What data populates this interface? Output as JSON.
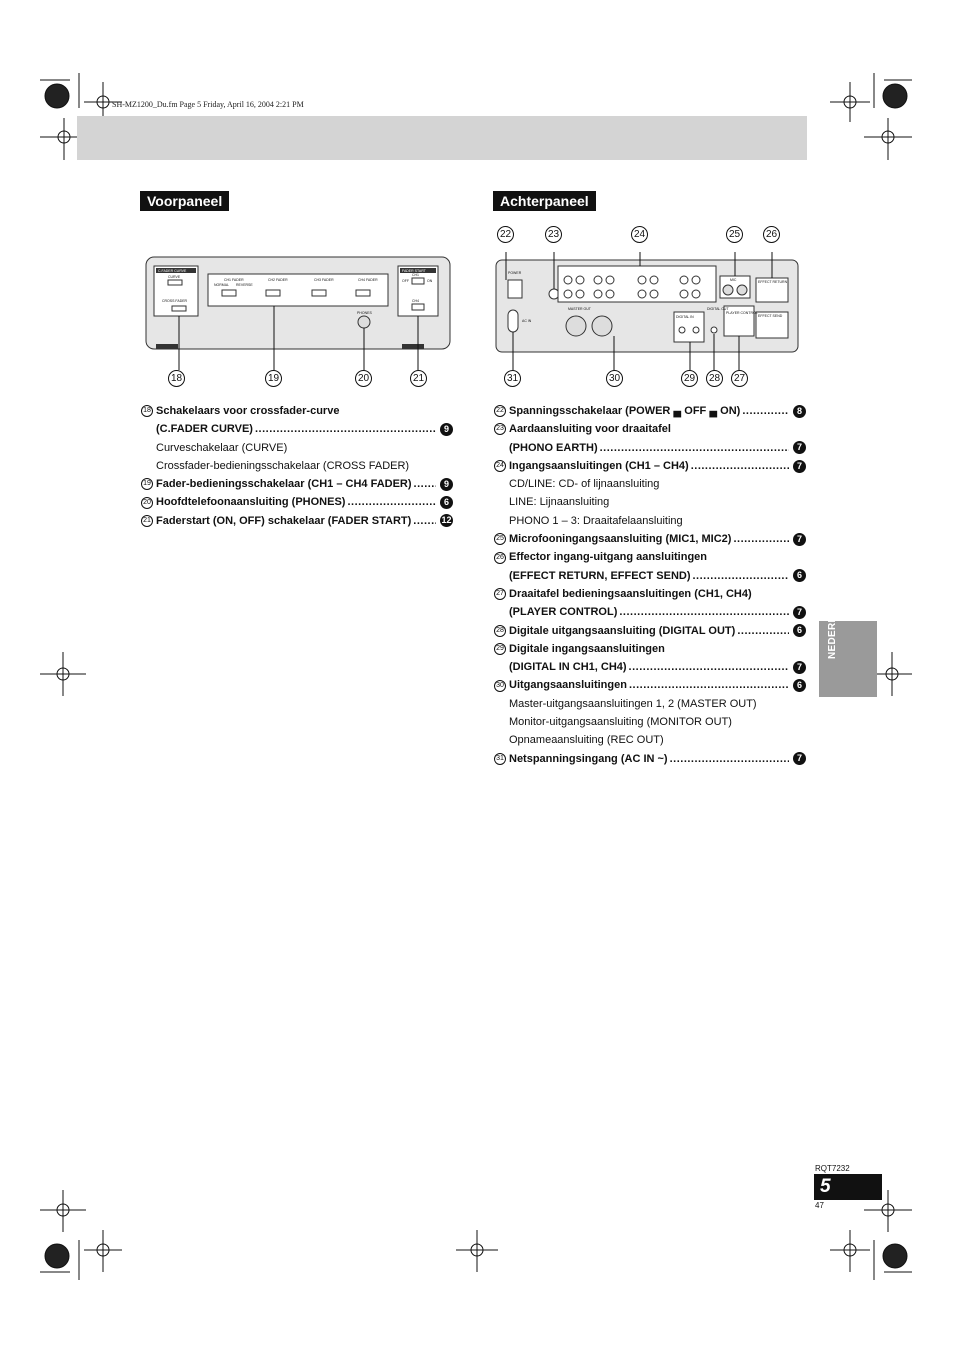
{
  "file_header": "SH-MZ1200_Du.fm  Page 5  Friday, April 16, 2004  2:21 PM",
  "front": {
    "title": "Voorpaneel",
    "panel_labels": {
      "fader_curve": "C.FADER CURVE",
      "curve": "CURVE",
      "cross_fader": "CROSS FADER",
      "normal": "NORMAL",
      "reverse": "REVERSE",
      "ch1": "CH1 FADER",
      "ch2": "CH2 FADER",
      "ch3": "CH3 FADER",
      "ch4": "CH4 FADER",
      "phones": "PHONES",
      "fader_start": "FADER START",
      "on": "ON",
      "off": "OFF",
      "ch1_short": "CH1",
      "ch4_short": "CH4"
    },
    "callouts": [
      "18",
      "19",
      "20",
      "21"
    ],
    "items": [
      {
        "num": "18",
        "title": "Schakelaars voor crossfader-curve",
        "ref": ""
      },
      {
        "num": "",
        "title": "(C.FADER CURVE)",
        "ref": "9"
      },
      {
        "num": "",
        "sub": "Curveschakelaar (CURVE)"
      },
      {
        "num": "",
        "sub": "Crossfader-bedieningsschakelaar (CROSS FADER)"
      },
      {
        "num": "19",
        "title": "Fader-bedieningsschakelaar (CH1 – CH4 FADER)",
        "ref": "9"
      },
      {
        "num": "20",
        "title": "Hoofdtelefoonaansluiting (PHONES)",
        "ref": "6"
      },
      {
        "num": "21",
        "title": "Faderstart (ON, OFF) schakelaar (FADER START)",
        "ref": "12"
      }
    ]
  },
  "rear": {
    "title": "Achterpaneel",
    "panel_labels": {
      "power": "POWER",
      "ac_in": "AC IN",
      "master_out": "MASTER OUT",
      "digital_in": "DIGITAL IN",
      "digital_out": "DIGITAL OUT",
      "player_control": "PLAYER CONTROL",
      "effect_return": "EFFECT RETURN",
      "effect_send": "EFFECT SEND",
      "mic": "MIC"
    },
    "callouts_top": [
      "22",
      "23",
      "24",
      "25",
      "26"
    ],
    "callouts_bottom": [
      "31",
      "30",
      "29",
      "28",
      "27"
    ],
    "items": [
      {
        "num": "22",
        "title": "Spanningsschakelaar (POWER ▄ OFF ▄ ON)",
        "ref": "8"
      },
      {
        "num": "23",
        "title": "Aardaansluiting voor draaitafel",
        "ref": ""
      },
      {
        "num": "",
        "title": "(PHONO EARTH)",
        "ref": "7"
      },
      {
        "num": "24",
        "title": "Ingangsaansluitingen (CH1 – CH4)",
        "ref": "7"
      },
      {
        "num": "",
        "sub": "CD/LINE: CD- of lijnaansluiting"
      },
      {
        "num": "",
        "sub": "LINE: Lijnaansluiting"
      },
      {
        "num": "",
        "sub": "PHONO 1 – 3: Draaitafelaansluiting"
      },
      {
        "num": "25",
        "title": "Microfooningangsaansluiting (MIC1, MIC2)",
        "ref": "7"
      },
      {
        "num": "26",
        "title": "Effector ingang-uitgang aansluitingen",
        "ref": ""
      },
      {
        "num": "",
        "title": "(EFFECT RETURN, EFFECT SEND)",
        "ref": "6"
      },
      {
        "num": "27",
        "title": "Draaitafel bedieningsaansluitingen (CH1, CH4)",
        "ref": ""
      },
      {
        "num": "",
        "title": "(PLAYER CONTROL)",
        "ref": "7"
      },
      {
        "num": "28",
        "title": "Digitale uitgangsaansluiting (DIGITAL OUT)",
        "ref": "6"
      },
      {
        "num": "29",
        "title": "Digitale ingangsaansluitingen",
        "ref": ""
      },
      {
        "num": "",
        "title": "(DIGITAL IN CH1, CH4)",
        "ref": "7"
      },
      {
        "num": "30",
        "title": "Uitgangsaansluitingen",
        "ref": "6"
      },
      {
        "num": "",
        "sub": "Master-uitgangsaansluitingen 1, 2 (MASTER OUT)"
      },
      {
        "num": "",
        "sub": "Monitor-uitgangsaansluiting (MONITOR OUT)"
      },
      {
        "num": "",
        "sub": "Opnameaansluiting (REC OUT)"
      },
      {
        "num": "31",
        "title": "Netspanningsingang (AC IN ~)",
        "ref": "7"
      }
    ]
  },
  "language_tab": "NEDERLANDS",
  "footer": {
    "doc_code": "RQT7232",
    "page_number": "5",
    "page_small": "47"
  }
}
